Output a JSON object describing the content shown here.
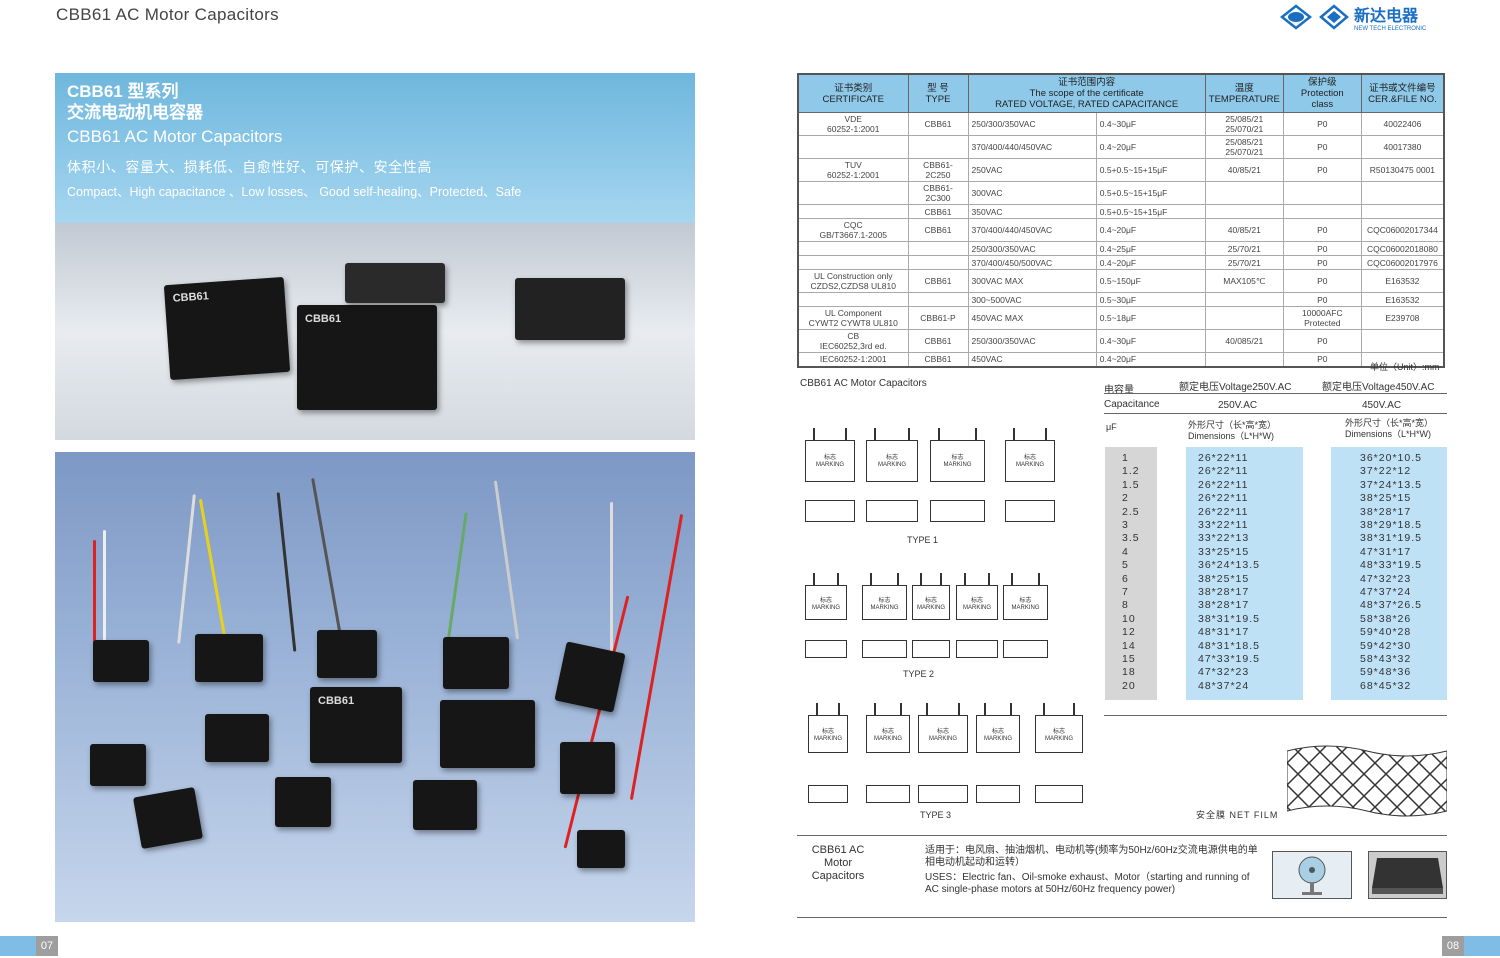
{
  "header": {
    "title": "CBB61 AC Motor Capacitors",
    "logo_cn": "新达电器",
    "logo_en": "NEW TECH ELECTRONIC"
  },
  "banner": {
    "cn_line1": "CBB61 型系列",
    "cn_line2": "交流电动机电容器",
    "en_title": "CBB61 AC Motor Capacitors",
    "cn_features": "体积小、容量大、损耗低、自愈性好、可保护、安全性高",
    "en_features": "Compact、High capacitance 、Low losses、 Good self-healing、Protected、Safe"
  },
  "photo_labels": {
    "cap_a": "CBB61",
    "cap_b": "CBB61",
    "cap_c": "CBB61"
  },
  "pages": {
    "left": "07",
    "right": "08"
  },
  "cert_table": {
    "headers": [
      {
        "cn": "证书类别",
        "en": "CERTIFICATE"
      },
      {
        "cn": "型 号",
        "en": "TYPE"
      },
      {
        "cn": "证书范围内容",
        "en": "The scope of the certificate",
        "en2": "RATED VOLTAGE, RATED CAPACITANCE"
      },
      {
        "cn": "温度",
        "en": "TEMPERATURE"
      },
      {
        "cn": "保护级",
        "en": "Protection",
        "en2": "class"
      },
      {
        "cn": "证书或文件编号",
        "en": "CER.&FILE NO."
      }
    ],
    "rows": [
      {
        "cert": "VDE",
        "cert2": "60252-1:2001",
        "type": "CBB61",
        "volt": "250/300/350VAC",
        "cap": "0.4~30μF",
        "temp": "25/085/21 25/070/21",
        "prot": "P0",
        "file": "40022406"
      },
      {
        "cert": "",
        "cert2": "",
        "type": "",
        "volt": "370/400/440/450VAC",
        "cap": "0.4~20μF",
        "temp": "25/085/21 25/070/21",
        "prot": "P0",
        "file": "40017380"
      },
      {
        "cert": "TUV",
        "cert2": "60252-1:2001",
        "type": "CBB61-2C250",
        "volt": "250VAC",
        "cap": "0.5+0.5~15+15μF",
        "temp": "40/85/21",
        "prot": "P0",
        "file": "R50130475 0001"
      },
      {
        "cert": "",
        "cert2": "",
        "type": "CBB61-2C300",
        "volt": "300VAC",
        "cap": "0.5+0.5~15+15μF",
        "temp": "",
        "prot": "",
        "file": ""
      },
      {
        "cert": "",
        "cert2": "",
        "type": "CBB61",
        "volt": "350VAC",
        "cap": "0.5+0.5~15+15μF",
        "temp": "",
        "prot": "",
        "file": ""
      },
      {
        "cert": "CQC",
        "cert2": "GB/T3667.1-2005",
        "type": "CBB61",
        "volt": "370/400/440/450VAC",
        "cap": "0.4~20μF",
        "temp": "40/85/21",
        "prot": "P0",
        "file": "CQC06002017344"
      },
      {
        "cert": "",
        "cert2": "",
        "type": "",
        "volt": "250/300/350VAC",
        "cap": "0.4~25μF",
        "temp": "25/70/21",
        "prot": "P0",
        "file": "CQC06002018080"
      },
      {
        "cert": "",
        "cert2": "",
        "type": "",
        "volt": "370/400/450/500VAC",
        "cap": "0.4~20μF",
        "temp": "25/70/21",
        "prot": "P0",
        "file": "CQC06002017976"
      },
      {
        "cert": "UL Construction only",
        "cert2": "CZDS2,CZDS8 UL810",
        "type": "CBB61",
        "volt": "300VAC MAX",
        "cap": "0.5~150μF",
        "temp": "MAX105℃",
        "prot": "P0",
        "file": "E163532"
      },
      {
        "cert": "",
        "cert2": "",
        "type": "",
        "volt": "300~500VAC",
        "cap": "0.5~30μF",
        "temp": "",
        "prot": "P0",
        "file": "E163532"
      },
      {
        "cert": "UL Component",
        "cert2": "CYWT2 CYWT8 UL810",
        "type": "CBB61-P",
        "volt": "450VAC MAX",
        "cap": "0.5~18μF",
        "temp": "",
        "prot": "10000AFC Protected",
        "file": "E239708"
      },
      {
        "cert": "CB",
        "cert2": "IEC60252,3rd ed.",
        "type": "CBB61",
        "volt": "250/300/350VAC",
        "cap": "0.4~30μF",
        "temp": "40/085/21",
        "prot": "P0",
        "file": ""
      },
      {
        "cert": "",
        "cert2": "IEC60252-1:2001",
        "type": "CBB61",
        "volt": "450VAC",
        "cap": "0.4~20μF",
        "temp": "",
        "prot": "P0",
        "file": ""
      }
    ]
  },
  "unit_label": "单位（Unit）:mm",
  "dims": {
    "section_label": "CBB61 AC  Motor Capacitors",
    "cap_cn": "电容量",
    "cap_en": "Capacitance",
    "cap_unit": "μF",
    "v250_title": "额定电压Voltage250V.AC",
    "v450_title": "额定电压Voltage450V.AC",
    "v250": "250V.AC",
    "v450": "450V.AC",
    "dim_cn": "外形尺寸（长*高*宽）",
    "dim_en": "Dimensions（L*H*W)",
    "capacitance": [
      "1",
      "1.2",
      "1.5",
      "2",
      "2.5",
      "3",
      "3.5",
      "4",
      "5",
      "6",
      "7",
      "8",
      "10",
      "12",
      "14",
      "15",
      "18",
      "20"
    ],
    "d250": [
      "26*22*11",
      "26*22*11",
      "26*22*11",
      "26*22*11",
      "26*22*11",
      "33*22*11",
      "33*22*13",
      "33*25*15",
      "36*24*13.5",
      "38*25*15",
      "38*28*17",
      "38*28*17",
      "38*31*19.5",
      "48*31*17",
      "48*31*18.5",
      "47*33*19.5",
      "47*32*23",
      "48*37*24"
    ],
    "d450": [
      "36*20*10.5",
      "37*22*12",
      "37*24*13.5",
      "38*25*15",
      "38*28*17",
      "38*29*18.5",
      "38*31*19.5",
      "47*31*17",
      "48*33*19.5",
      "47*32*23",
      "47*37*24",
      "48*37*26.5",
      "58*38*26",
      "59*40*28",
      "59*42*30",
      "58*43*32",
      "59*48*36",
      "68*45*32"
    ]
  },
  "types": {
    "t1": "TYPE 1",
    "t2": "TYPE 2",
    "t3": "TYPE 3",
    "marking_cn": "标志",
    "marking_en": "MARKING"
  },
  "film_label": "安全膜 NET FILM",
  "application": {
    "name": "CBB61 AC Motor Capacitors",
    "cn": "适用于：电风扇、抽油烟机、电动机等(频率为50Hz/60Hz交流电源供电的单相电动机起动和运转）",
    "en": "USES：Electric fan、Oil-smoke exhaust、Motor（starting and running of AC single-phase motors at 50Hz/60Hz frequency power)"
  }
}
